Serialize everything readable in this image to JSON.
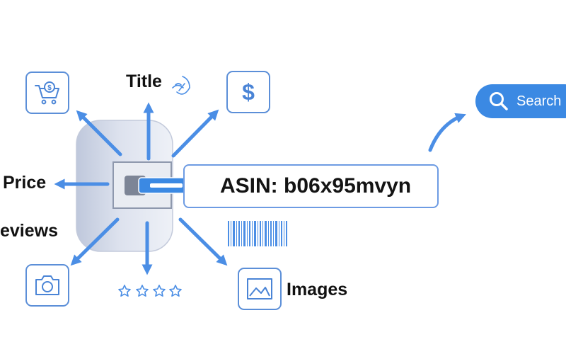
{
  "labels": {
    "title": "Title",
    "price": "Price",
    "reviews": "eviews",
    "images": "Images"
  },
  "asin": {
    "text": "ASIN: b06x95mvyn"
  },
  "search": {
    "label": "Search",
    "icon": "search-icon"
  },
  "icons": {
    "cart": "cart-dollar-icon",
    "dollar": "dollar-icon",
    "camera": "camera-icon",
    "image": "image-icon",
    "stars": "star-rating-icon",
    "barcode": "barcode-icon",
    "title_mark": "hand-signal-icon",
    "dollar_glyph": "$"
  },
  "colors": {
    "accent": "#3b89e3",
    "arrow": "#4b8ee5",
    "icon_outline": "#5c8fd8",
    "device_body": "#d6dceb"
  }
}
